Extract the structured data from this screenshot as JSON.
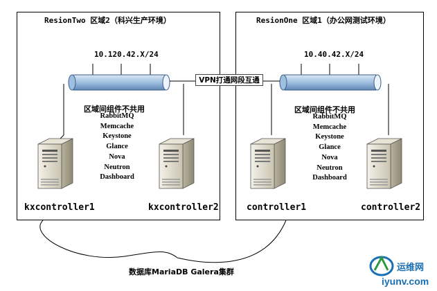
{
  "regions": [
    {
      "title": "ResionTwo  区域2（科兴生产环境）",
      "subnet": "10.120.42.X/24",
      "list_header": "区域间组件不共用",
      "components": [
        "RabbitMQ",
        "Memcache",
        "Keystone",
        "Glance",
        "Nova",
        "Neutron",
        "Dashboard"
      ],
      "nodes": [
        "kxcontroller1",
        "kxcontroller2"
      ]
    },
    {
      "title": "ResionOne  区域1（办公网测试环境）",
      "subnet": "10.40.42.X/24",
      "list_header": "区域间组件不共用",
      "components": [
        "RabbitMQ",
        "Memcache",
        "Keystone",
        "Glance",
        "Nova",
        "Neutron",
        "Dashboard"
      ],
      "nodes": [
        "controller1",
        "controller2"
      ]
    }
  ],
  "vpn_label": "VPN打通网段互通",
  "galera_label": "数据库MariaDB Galera集群",
  "watermark": {
    "cn": "运维网",
    "en": "iyunv.com"
  },
  "colors": {
    "pipe": "#9fbfe0",
    "pipe_dark": "#5f86b3",
    "server": "#d9d4c4",
    "accent": "#1a6fb3"
  }
}
